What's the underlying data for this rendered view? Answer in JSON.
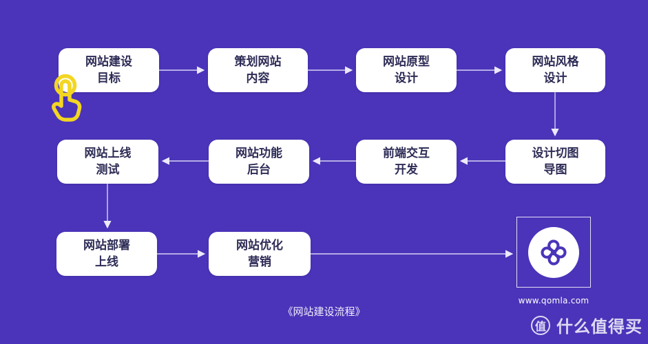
{
  "flowchart": {
    "caption": "《网站建设流程》",
    "nodes": [
      {
        "id": "site-goal",
        "label": "网站建设\n目标"
      },
      {
        "id": "plan-content",
        "label": "策划网站\n内容"
      },
      {
        "id": "prototype-design",
        "label": "网站原型\n设计"
      },
      {
        "id": "style-design",
        "label": "网站风格\n设计"
      },
      {
        "id": "online-testing",
        "label": "网站上线\n测试"
      },
      {
        "id": "backend-function",
        "label": "网站功能\n后台"
      },
      {
        "id": "frontend-dev",
        "label": "前端交互\n开发"
      },
      {
        "id": "design-slicing",
        "label": "设计切图\n导图"
      },
      {
        "id": "deploy-online",
        "label": "网站部署\n上线"
      },
      {
        "id": "optimize-marketing",
        "label": "网站优化\n营销"
      }
    ],
    "flow_order_note": "row1 left-to-right, row2 right-to-left, row3 left-to-right ending at logo"
  },
  "logo": {
    "site_url": "www.qomla.com"
  },
  "watermark": {
    "badge": "值",
    "text": "什么值得买"
  },
  "icons": {
    "cursor": "tap-hand-icon",
    "logo_mark": "clover-knot-icon"
  },
  "colors": {
    "background": "#4B34B9",
    "node_bg": "#FFFFFF",
    "node_text": "#2D2B55",
    "connector": "#EDEAFB",
    "cursor_yellow": "#F3D622",
    "watermark": "rgba(255,255,255,0.82)"
  }
}
